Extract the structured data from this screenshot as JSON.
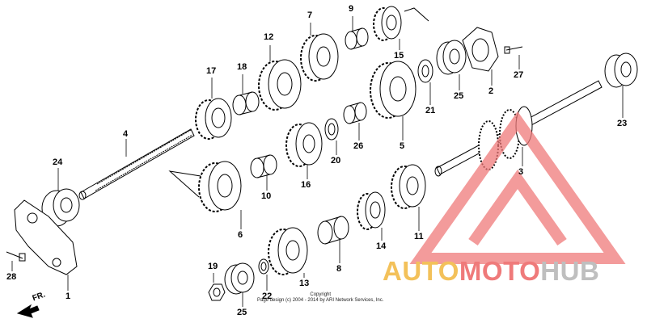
{
  "part_numbers": [
    "1",
    "2",
    "3",
    "4",
    "5",
    "6",
    "7",
    "8",
    "9",
    "10",
    "11",
    "12",
    "13",
    "14",
    "15",
    "16",
    "17",
    "18",
    "19",
    "20",
    "21",
    "22",
    "23",
    "24",
    "25",
    "25",
    "26",
    "27",
    "28"
  ],
  "direction_label": "FR.",
  "copyright": {
    "line1": "Copyright",
    "line2": "Page design (c) 2004 - 2014 by ARI Network Services, Inc."
  },
  "watermark": {
    "part1": "AUTO",
    "part2": "MOTO",
    "part3": "HUB",
    "colors": {
      "yellow": "#f3c15a",
      "red": "#ef7a7a",
      "grey": "#bfbfbf"
    }
  }
}
